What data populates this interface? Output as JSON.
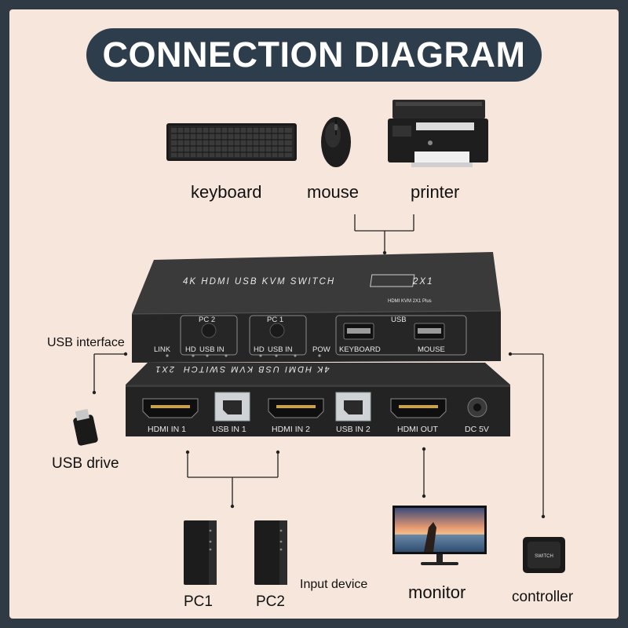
{
  "title": "CONNECTION DIAGRAM",
  "peripherals": {
    "keyboard": "keyboard",
    "mouse": "mouse",
    "printer": "printer"
  },
  "kvm_top": {
    "model_title": "4K HDMI USB KVM SWITCH",
    "model_badge": "2X1",
    "model_sub": "HDMI KVM 2X1 Plus",
    "group_pc2": "PC 2",
    "group_pc1": "PC 1",
    "group_usb": "USB",
    "link": "LINK",
    "hd": "HD",
    "usb_in": "USB IN",
    "pow": "POW",
    "keyboard_port": "KEYBOARD",
    "mouse_port": "MOUSE"
  },
  "kvm_rear": {
    "mirrored_title": "4K HDMI USB KVM SWITCH",
    "mirrored_badge": "2X1",
    "ports": [
      "HDMI IN 1",
      "USB IN 1",
      "HDMI IN 2",
      "USB IN 2",
      "HDMI OUT",
      "DC 5V"
    ]
  },
  "side": {
    "usb_interface": "USB interface",
    "usb_drive": "USB drive"
  },
  "bottom": {
    "pc1": "PC1",
    "pc2": "PC2",
    "input_device": "Input device",
    "monitor": "monitor",
    "controller": "controller",
    "controller_button": "SWITCH"
  },
  "colors": {
    "background": "#f7e6dc",
    "frame": "#2f3a45",
    "banner": "#2e3d4c",
    "device_body": "#2b2b2b"
  }
}
